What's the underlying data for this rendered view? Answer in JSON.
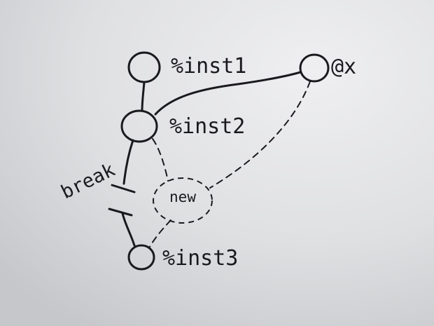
{
  "diagram": {
    "nodes": [
      {
        "id": "inst1",
        "label": "%inst1"
      },
      {
        "id": "inst2",
        "label": "%inst2"
      },
      {
        "id": "x",
        "label": "@x"
      },
      {
        "id": "inst3",
        "label": "%inst3"
      },
      {
        "id": "new",
        "label": "new"
      }
    ],
    "edges": [
      {
        "from": "inst1",
        "to": "inst2",
        "style": "solid"
      },
      {
        "from": "inst2",
        "to": "x",
        "style": "solid"
      },
      {
        "from": "inst2",
        "to": "inst3",
        "style": "solid",
        "broken": true,
        "label": "break"
      },
      {
        "from": "inst2",
        "to": "new",
        "style": "dashed"
      },
      {
        "from": "x",
        "to": "new",
        "style": "dashed"
      },
      {
        "from": "new",
        "to": "inst3",
        "style": "dashed"
      }
    ],
    "break_label": "break"
  },
  "colors": {
    "paper_light": "#ececee",
    "paper_dark": "#c9cacc",
    "ink": "#1a1a1e"
  }
}
